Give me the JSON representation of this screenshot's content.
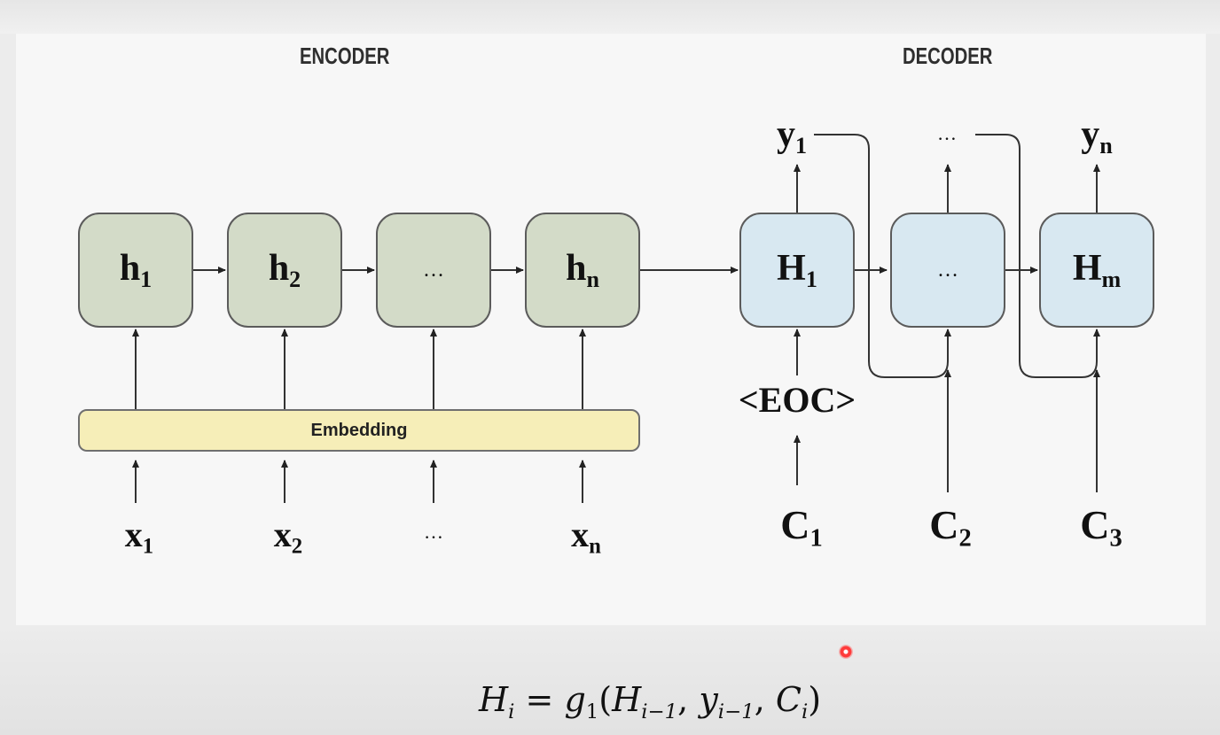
{
  "encoder": {
    "title": "ENCODER",
    "cells": [
      {
        "main": "h",
        "sub": "1"
      },
      {
        "main": "h",
        "sub": "2"
      },
      {
        "main": "…",
        "sub": ""
      },
      {
        "main": "h",
        "sub": "n"
      }
    ],
    "embedding_label": "Embedding",
    "inputs": [
      {
        "main": "x",
        "sub": "1"
      },
      {
        "main": "x",
        "sub": "2"
      },
      {
        "main": "…",
        "sub": ""
      },
      {
        "main": "x",
        "sub": "n"
      }
    ]
  },
  "decoder": {
    "title": "DECODER",
    "cells": [
      {
        "main": "H",
        "sub": "1"
      },
      {
        "main": "…",
        "sub": ""
      },
      {
        "main": "H",
        "sub": "m"
      }
    ],
    "outputs": [
      {
        "main": "y",
        "sub": "1"
      },
      {
        "main": "…",
        "sub": ""
      },
      {
        "main": "y",
        "sub": "n"
      }
    ],
    "start_token": "<EOC>",
    "contexts": [
      {
        "main": "C",
        "sub": "1"
      },
      {
        "main": "C",
        "sub": "2"
      },
      {
        "main": "C",
        "sub": "3"
      }
    ]
  },
  "formula": {
    "lhs": "H",
    "lhs_sub": "i",
    "eq": " = ",
    "func": "g",
    "func_sub": "1",
    "open": "(",
    "a1": "H",
    "a1_sub": "i−1",
    "sep1": ", ",
    "a2": "y",
    "a2_sub": "i−1",
    "sep2": ", ",
    "a3": "C",
    "a3_sub": "i",
    "close": ")"
  },
  "colors": {
    "encoder_cell": "#d3dbc8",
    "decoder_cell": "#d8e8f1",
    "embedding": "#f6eeb8"
  }
}
